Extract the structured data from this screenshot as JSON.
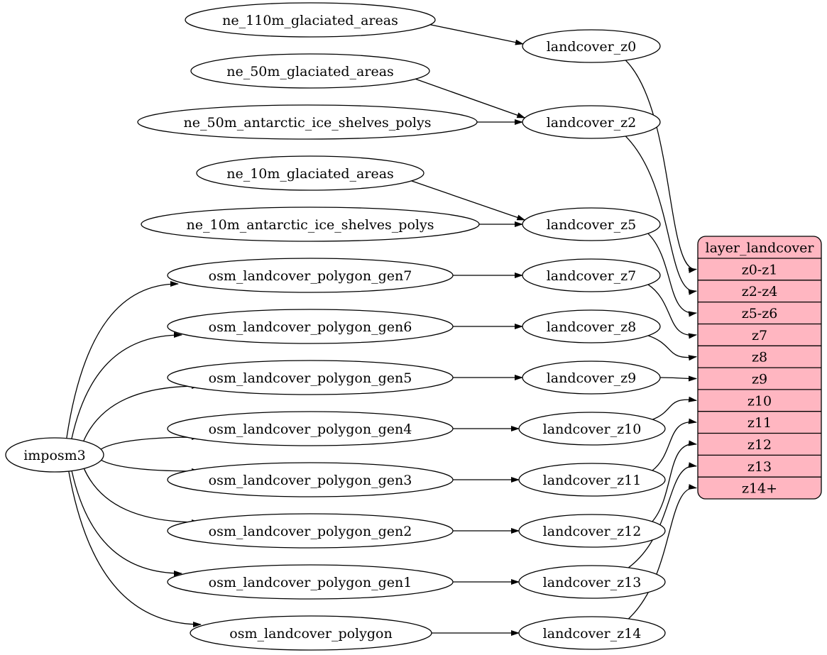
{
  "colors": {
    "background": "#ffffff",
    "node_fill": "#ffffff",
    "node_stroke": "#000000",
    "edge": "#000000",
    "text": "#000000",
    "table_fill": "#ffb6c1"
  },
  "nodes": [
    {
      "id": "imposm3",
      "label": "imposm3"
    },
    {
      "id": "ne_110m_glaciated_areas",
      "label": "ne_110m_glaciated_areas"
    },
    {
      "id": "ne_50m_glaciated_areas",
      "label": "ne_50m_glaciated_areas"
    },
    {
      "id": "ne_50m_antarctic_ice_shelves_polys",
      "label": "ne_50m_antarctic_ice_shelves_polys"
    },
    {
      "id": "ne_10m_glaciated_areas",
      "label": "ne_10m_glaciated_areas"
    },
    {
      "id": "ne_10m_antarctic_ice_shelves_polys",
      "label": "ne_10m_antarctic_ice_shelves_polys"
    },
    {
      "id": "osm_landcover_polygon_gen7",
      "label": "osm_landcover_polygon_gen7"
    },
    {
      "id": "osm_landcover_polygon_gen6",
      "label": "osm_landcover_polygon_gen6"
    },
    {
      "id": "osm_landcover_polygon_gen5",
      "label": "osm_landcover_polygon_gen5"
    },
    {
      "id": "osm_landcover_polygon_gen4",
      "label": "osm_landcover_polygon_gen4"
    },
    {
      "id": "osm_landcover_polygon_gen3",
      "label": "osm_landcover_polygon_gen3"
    },
    {
      "id": "osm_landcover_polygon_gen2",
      "label": "osm_landcover_polygon_gen2"
    },
    {
      "id": "osm_landcover_polygon_gen1",
      "label": "osm_landcover_polygon_gen1"
    },
    {
      "id": "osm_landcover_polygon",
      "label": "osm_landcover_polygon"
    },
    {
      "id": "landcover_z0",
      "label": "landcover_z0"
    },
    {
      "id": "landcover_z2",
      "label": "landcover_z2"
    },
    {
      "id": "landcover_z5",
      "label": "landcover_z5"
    },
    {
      "id": "landcover_z7",
      "label": "landcover_z7"
    },
    {
      "id": "landcover_z8",
      "label": "landcover_z8"
    },
    {
      "id": "landcover_z9",
      "label": "landcover_z9"
    },
    {
      "id": "landcover_z10",
      "label": "landcover_z10"
    },
    {
      "id": "landcover_z11",
      "label": "landcover_z11"
    },
    {
      "id": "landcover_z12",
      "label": "landcover_z12"
    },
    {
      "id": "landcover_z13",
      "label": "landcover_z13"
    },
    {
      "id": "landcover_z14",
      "label": "landcover_z14"
    }
  ],
  "table": {
    "id": "layer_landcover",
    "title": "layer_landcover",
    "rows": [
      "z0-z1",
      "z2-z4",
      "z5-z6",
      "z7",
      "z8",
      "z9",
      "z10",
      "z11",
      "z12",
      "z13",
      "z14+"
    ]
  },
  "edges": [
    {
      "from": "ne_110m_glaciated_areas",
      "to": "landcover_z0"
    },
    {
      "from": "ne_50m_glaciated_areas",
      "to": "landcover_z2"
    },
    {
      "from": "ne_50m_antarctic_ice_shelves_polys",
      "to": "landcover_z2"
    },
    {
      "from": "ne_10m_glaciated_areas",
      "to": "landcover_z5"
    },
    {
      "from": "ne_10m_antarctic_ice_shelves_polys",
      "to": "landcover_z5"
    },
    {
      "from": "imposm3",
      "to": "osm_landcover_polygon_gen7"
    },
    {
      "from": "imposm3",
      "to": "osm_landcover_polygon_gen6"
    },
    {
      "from": "imposm3",
      "to": "osm_landcover_polygon_gen5"
    },
    {
      "from": "imposm3",
      "to": "osm_landcover_polygon_gen4"
    },
    {
      "from": "imposm3",
      "to": "osm_landcover_polygon_gen3"
    },
    {
      "from": "imposm3",
      "to": "osm_landcover_polygon_gen2"
    },
    {
      "from": "imposm3",
      "to": "osm_landcover_polygon_gen1"
    },
    {
      "from": "imposm3",
      "to": "osm_landcover_polygon"
    },
    {
      "from": "osm_landcover_polygon_gen7",
      "to": "landcover_z7"
    },
    {
      "from": "osm_landcover_polygon_gen6",
      "to": "landcover_z8"
    },
    {
      "from": "osm_landcover_polygon_gen5",
      "to": "landcover_z9"
    },
    {
      "from": "osm_landcover_polygon_gen4",
      "to": "landcover_z10"
    },
    {
      "from": "osm_landcover_polygon_gen3",
      "to": "landcover_z11"
    },
    {
      "from": "osm_landcover_polygon_gen2",
      "to": "landcover_z12"
    },
    {
      "from": "osm_landcover_polygon_gen1",
      "to": "landcover_z13"
    },
    {
      "from": "osm_landcover_polygon",
      "to": "landcover_z14"
    },
    {
      "from": "landcover_z0",
      "to": "layer_landcover",
      "port": "z0-z1"
    },
    {
      "from": "landcover_z2",
      "to": "layer_landcover",
      "port": "z2-z4"
    },
    {
      "from": "landcover_z5",
      "to": "layer_landcover",
      "port": "z5-z6"
    },
    {
      "from": "landcover_z7",
      "to": "layer_landcover",
      "port": "z7"
    },
    {
      "from": "landcover_z8",
      "to": "layer_landcover",
      "port": "z8"
    },
    {
      "from": "landcover_z9",
      "to": "layer_landcover",
      "port": "z9"
    },
    {
      "from": "landcover_z10",
      "to": "layer_landcover",
      "port": "z10"
    },
    {
      "from": "landcover_z11",
      "to": "layer_landcover",
      "port": "z11"
    },
    {
      "from": "landcover_z12",
      "to": "layer_landcover",
      "port": "z12"
    },
    {
      "from": "landcover_z13",
      "to": "layer_landcover",
      "port": "z13"
    },
    {
      "from": "landcover_z14",
      "to": "layer_landcover",
      "port": "z14+"
    }
  ]
}
